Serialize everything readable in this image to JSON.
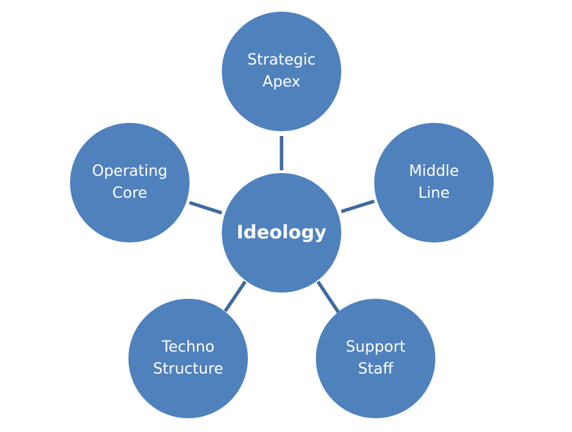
{
  "colors": {
    "node": "#4f81bd",
    "connector": "#3f6a9e",
    "text": "#ffffff"
  },
  "center": {
    "label": "Ideology"
  },
  "nodes": [
    {
      "line1": "Strategic",
      "line2": "Apex"
    },
    {
      "line1": "Middle",
      "line2": "Line"
    },
    {
      "line1": "Support",
      "line2": "Staff"
    },
    {
      "line1": "Techno",
      "line2": "Structure"
    },
    {
      "line1": "Operating",
      "line2": "Core"
    }
  ]
}
